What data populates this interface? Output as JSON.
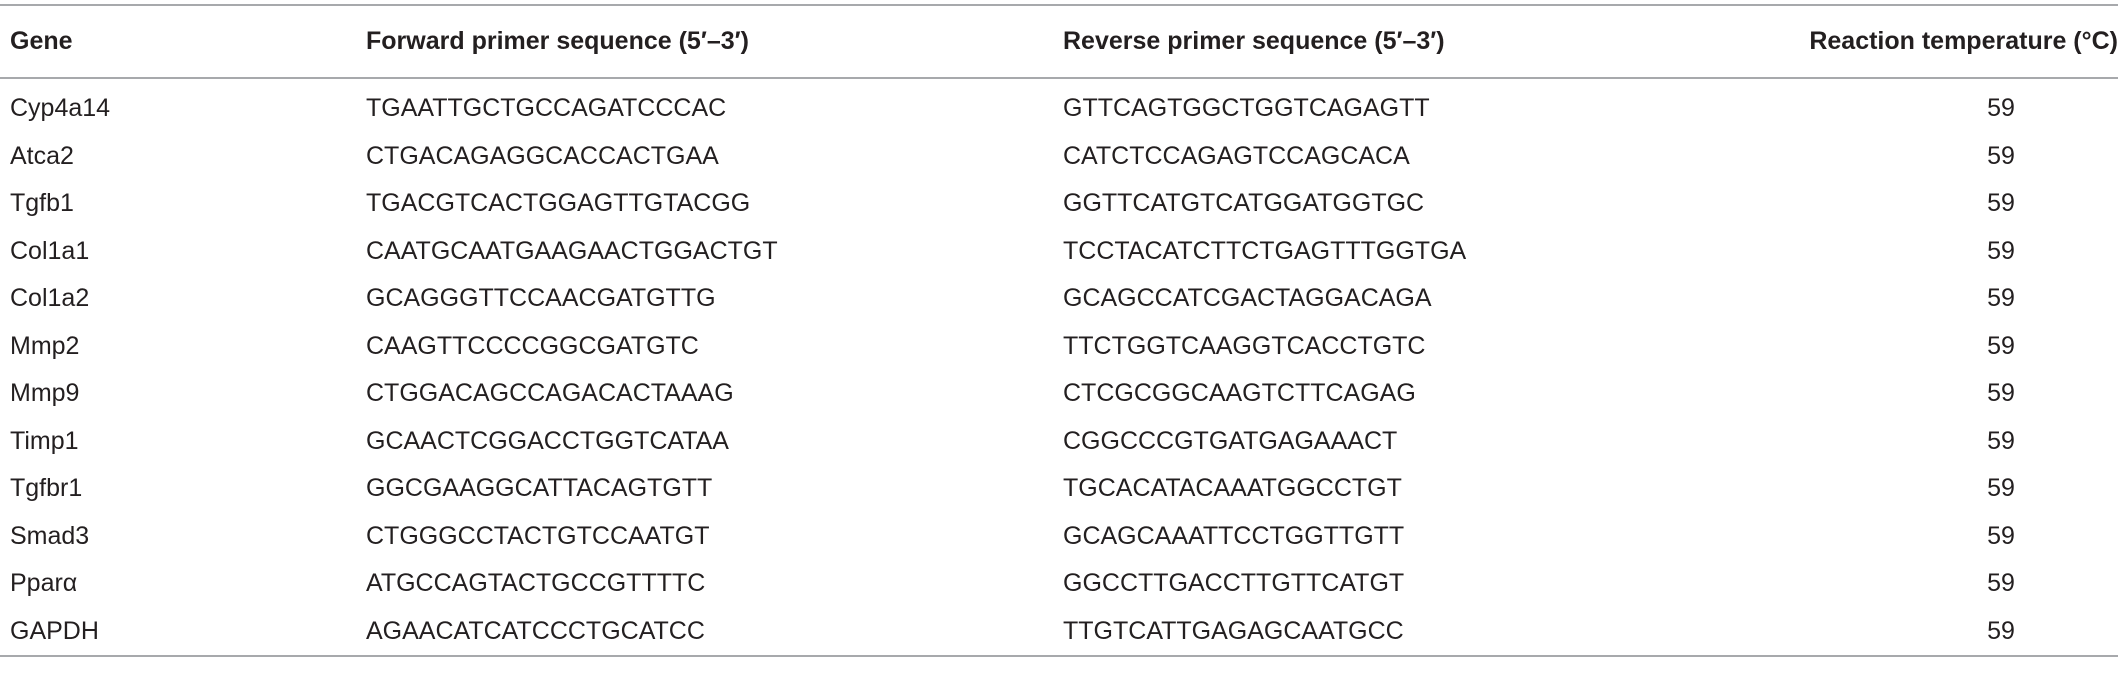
{
  "table": {
    "headers": {
      "gene": "Gene",
      "forward": "Forward primer sequence (5′–3′)",
      "reverse": "Reverse primer sequence (5′–3′)",
      "temperature": "Reaction temperature (°C)"
    },
    "rows": [
      {
        "gene": "Cyp4a14",
        "forward": "TGAATTGCTGCCAGATCCCAC",
        "reverse": "GTTCAGTGGCTGGTCAGAGTT",
        "temperature": "59"
      },
      {
        "gene": "Atca2",
        "forward": "CTGACAGAGGCACCACTGAA",
        "reverse": "CATCTCCAGAGTCCAGCACA",
        "temperature": "59"
      },
      {
        "gene": "Tgfb1",
        "forward": "TGACGTCACTGGAGTTGTACGG",
        "reverse": "GGTTCATGTCATGGATGGTGC",
        "temperature": "59"
      },
      {
        "gene": "Col1a1",
        "forward": "CAATGCAATGAAGAACTGGACTGT",
        "reverse": "TCCTACATCTTCTGAGTTTGGTGA",
        "temperature": "59"
      },
      {
        "gene": "Col1a2",
        "forward": "GCAGGGTTCCAACGATGTTG",
        "reverse": "GCAGCCATCGACTAGGACAGA",
        "temperature": "59"
      },
      {
        "gene": "Mmp2",
        "forward": "CAAGTTCCCCGGCGATGTC",
        "reverse": "TTCTGGTCAAGGTCACCTGTC",
        "temperature": "59"
      },
      {
        "gene": "Mmp9",
        "forward": "CTGGACAGCCAGACACTAAAG",
        "reverse": "CTCGCGGCAAGTCTTCAGAG",
        "temperature": "59"
      },
      {
        "gene": "Timp1",
        "forward": "GCAACTCGGACCTGGTCATAA",
        "reverse": "CGGCCCGTGATGAGAAACT",
        "temperature": "59"
      },
      {
        "gene": "Tgfbr1",
        "forward": "GGCGAAGGCATTACAGTGTT",
        "reverse": "TGCACATACAAATGGCCTGT",
        "temperature": "59"
      },
      {
        "gene": "Smad3",
        "forward": "CTGGGCCTACTGTCCAATGT",
        "reverse": "GCAGCAAATTCCTGGTTGTT",
        "temperature": "59"
      },
      {
        "gene": "Pparα",
        "forward": "ATGCCAGTACTGCCGTTTTC",
        "reverse": "GGCCTTGACCTTGTTCATGT",
        "temperature": "59"
      },
      {
        "gene": "GAPDH",
        "forward": "AGAACATCATCCCTGCATCC",
        "reverse": "TTGTCATTGAGAGCAATGCC",
        "temperature": "59"
      }
    ]
  }
}
